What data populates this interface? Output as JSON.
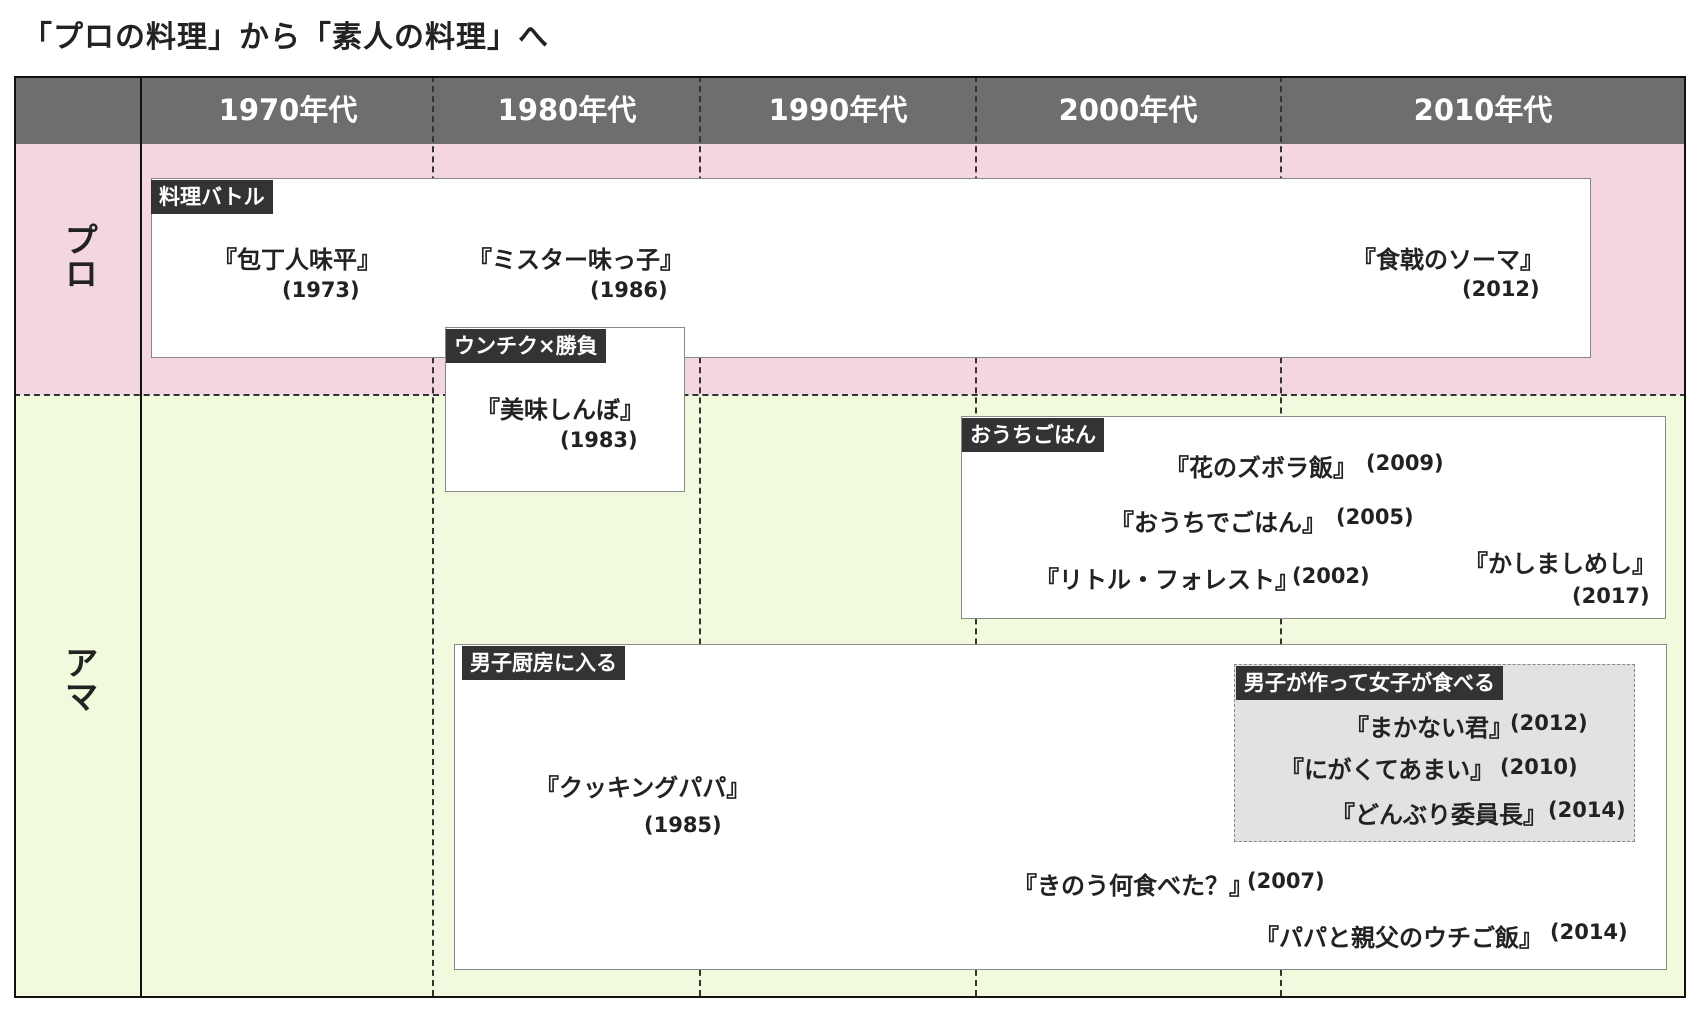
{
  "title": "「プロの料理」から「素人の料理」へ",
  "decades": [
    "1970年代",
    "1980年代",
    "1990年代",
    "2000年代",
    "2010年代"
  ],
  "rows": {
    "pro": "プロ",
    "ama": "アマ"
  },
  "colors": {
    "header": "#6e6e6e",
    "pro_band": "#f3d6e2",
    "ama_band": "#f1fadc",
    "tag": "#333333",
    "sub_box": "#e2e2e2"
  },
  "groups": {
    "battle": {
      "tag": "料理バトル",
      "works": [
        {
          "title": "『包丁人味平』",
          "year": "(1973)"
        },
        {
          "title": "『ミスター味っ子』",
          "year": "(1986)"
        },
        {
          "title": "『食戟のソーマ』",
          "year": "(2012)"
        }
      ]
    },
    "unchiku": {
      "tag": "ウンチク×勝負",
      "works": [
        {
          "title": "『美味しんぼ』",
          "year": "(1983)"
        }
      ]
    },
    "home": {
      "tag": "おうちごはん",
      "works": [
        {
          "title": "『花のズボラ飯』",
          "year": "(2009)"
        },
        {
          "title": "『おうちでごはん』",
          "year": "(2005)"
        },
        {
          "title": "『リトル・フォレスト』",
          "year": "(2002)"
        },
        {
          "title": "『かしましめし』",
          "year": "(2017)"
        }
      ]
    },
    "men_kitchen": {
      "tag": "男子厨房に入る",
      "works": [
        {
          "title": "『クッキングパパ』",
          "year": "(1985)"
        },
        {
          "title": "『きのう何食べた？』",
          "year": "(2007)"
        },
        {
          "title": "『パパと親父のウチご飯』",
          "year": "(2014)"
        }
      ]
    },
    "men_cook_women_eat": {
      "tag": "男子が作って女子が食べる",
      "works": [
        {
          "title": "『まかない君』",
          "year": "(2012)"
        },
        {
          "title": "『にがくてあまい』",
          "year": "(2010)"
        },
        {
          "title": "『どんぶり委員長』",
          "year": "(2014)"
        }
      ]
    }
  }
}
